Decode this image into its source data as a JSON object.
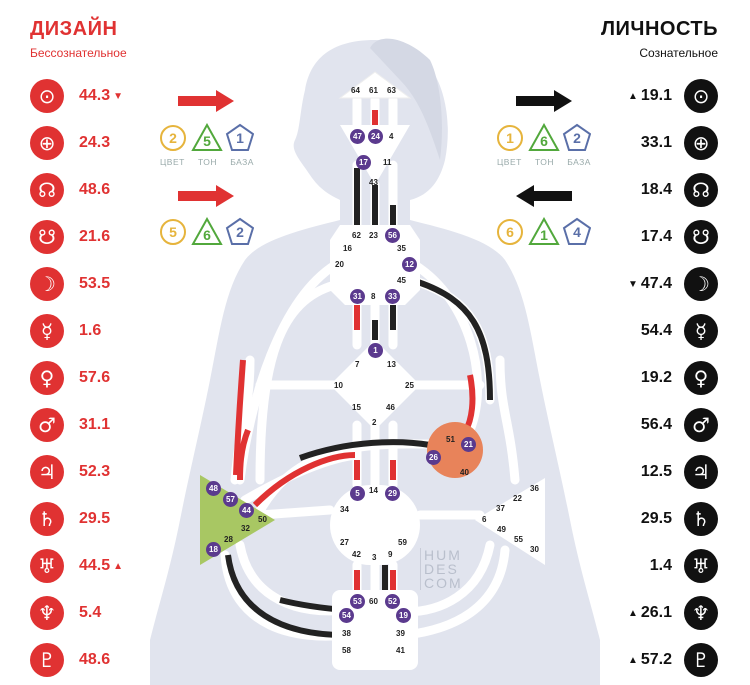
{
  "design": {
    "title": "ДИЗАЙН",
    "subtitle": "Бессознательное",
    "color": "#e03232",
    "color_labels": [
      "ЦВЕТ",
      "ТОН",
      "БАЗА"
    ],
    "variable_top": [
      "2",
      "5",
      "1"
    ],
    "variable_bottom": [
      "5",
      "6",
      "2"
    ],
    "planets": [
      {
        "icon": "sun-icon",
        "glyph": "⊙",
        "value": "44.3",
        "mark": "▼"
      },
      {
        "icon": "earth-icon",
        "glyph": "⊕",
        "value": "24.3",
        "mark": ""
      },
      {
        "icon": "north-node-icon",
        "glyph": "☊",
        "value": "48.6",
        "mark": ""
      },
      {
        "icon": "south-node-icon",
        "glyph": "☋",
        "value": "21.6",
        "mark": ""
      },
      {
        "icon": "moon-icon",
        "glyph": "☽",
        "value": "53.5",
        "mark": ""
      },
      {
        "icon": "mercury-icon",
        "glyph": "☿",
        "value": "1.6",
        "mark": ""
      },
      {
        "icon": "venus-icon",
        "glyph": "♀",
        "value": "57.6",
        "mark": ""
      },
      {
        "icon": "mars-icon",
        "glyph": "♂",
        "value": "31.1",
        "mark": ""
      },
      {
        "icon": "jupiter-icon",
        "glyph": "♃",
        "value": "52.3",
        "mark": ""
      },
      {
        "icon": "saturn-icon",
        "glyph": "♄",
        "value": "29.5",
        "mark": ""
      },
      {
        "icon": "uranus-icon",
        "glyph": "♅",
        "value": "44.5",
        "mark": "▲"
      },
      {
        "icon": "neptune-icon",
        "glyph": "♆",
        "value": "5.4",
        "mark": ""
      },
      {
        "icon": "pluto-icon",
        "glyph": "♇",
        "value": "48.6",
        "mark": ""
      }
    ]
  },
  "personality": {
    "title": "ЛИЧНОСТЬ",
    "subtitle": "Сознательное",
    "color": "#111111",
    "color_labels": [
      "ЦВЕТ",
      "ТОН",
      "БАЗА"
    ],
    "variable_top": [
      "1",
      "6",
      "2"
    ],
    "variable_bottom": [
      "6",
      "1",
      "4"
    ],
    "planets": [
      {
        "icon": "sun-icon",
        "glyph": "⊙",
        "value": "19.1",
        "mark": "▲"
      },
      {
        "icon": "earth-icon",
        "glyph": "⊕",
        "value": "33.1",
        "mark": ""
      },
      {
        "icon": "north-node-icon",
        "glyph": "☊",
        "value": "18.4",
        "mark": ""
      },
      {
        "icon": "south-node-icon",
        "glyph": "☋",
        "value": "17.4",
        "mark": ""
      },
      {
        "icon": "moon-icon",
        "glyph": "☽",
        "value": "47.4",
        "mark": "▼"
      },
      {
        "icon": "mercury-icon",
        "glyph": "☿",
        "value": "54.4",
        "mark": ""
      },
      {
        "icon": "venus-icon",
        "glyph": "♀",
        "value": "19.2",
        "mark": ""
      },
      {
        "icon": "mars-icon",
        "glyph": "♂",
        "value": "56.4",
        "mark": ""
      },
      {
        "icon": "jupiter-icon",
        "glyph": "♃",
        "value": "12.5",
        "mark": ""
      },
      {
        "icon": "saturn-icon",
        "glyph": "♄",
        "value": "29.5",
        "mark": ""
      },
      {
        "icon": "uranus-icon",
        "glyph": "♅",
        "value": "1.4",
        "mark": ""
      },
      {
        "icon": "neptune-icon",
        "glyph": "♆",
        "value": "26.1",
        "mark": "▲"
      },
      {
        "icon": "pluto-icon",
        "glyph": "♇",
        "value": "57.2",
        "mark": "▲"
      }
    ]
  },
  "watermark": [
    "HUM",
    "DES",
    "COM"
  ],
  "colors": {
    "silhouette": "#dfe2ec",
    "center": "#ffffff",
    "red": "#e03232",
    "black": "#222222",
    "sacral_accent": "#8fb040",
    "spleen_fill": "#a8c763",
    "ego_fill": "#e8835a",
    "purple": "#5b3a8e",
    "yellow": "#e6b43c",
    "green": "#52a83c",
    "blue": "#5a6fa8"
  },
  "gates": {
    "head": [
      "64",
      "61",
      "63"
    ],
    "ajna": [
      "47",
      "24",
      "4",
      "17",
      "11",
      "43"
    ],
    "throat": [
      "62",
      "23",
      "56",
      "16",
      "35",
      "20",
      "12",
      "45",
      "31",
      "8",
      "33"
    ],
    "g": [
      "1",
      "7",
      "13",
      "10",
      "25",
      "15",
      "46",
      "2"
    ],
    "ego": [
      "51",
      "21",
      "26",
      "40"
    ],
    "spleen": [
      "48",
      "57",
      "44",
      "50",
      "32",
      "28",
      "18"
    ],
    "sacral": [
      "5",
      "14",
      "29",
      "34",
      "27",
      "59",
      "42",
      "3",
      "9"
    ],
    "solar": [
      "36",
      "22",
      "37",
      "6",
      "49",
      "55",
      "30"
    ],
    "root": [
      "53",
      "60",
      "52",
      "54",
      "19",
      "38",
      "39",
      "58",
      "41"
    ]
  }
}
